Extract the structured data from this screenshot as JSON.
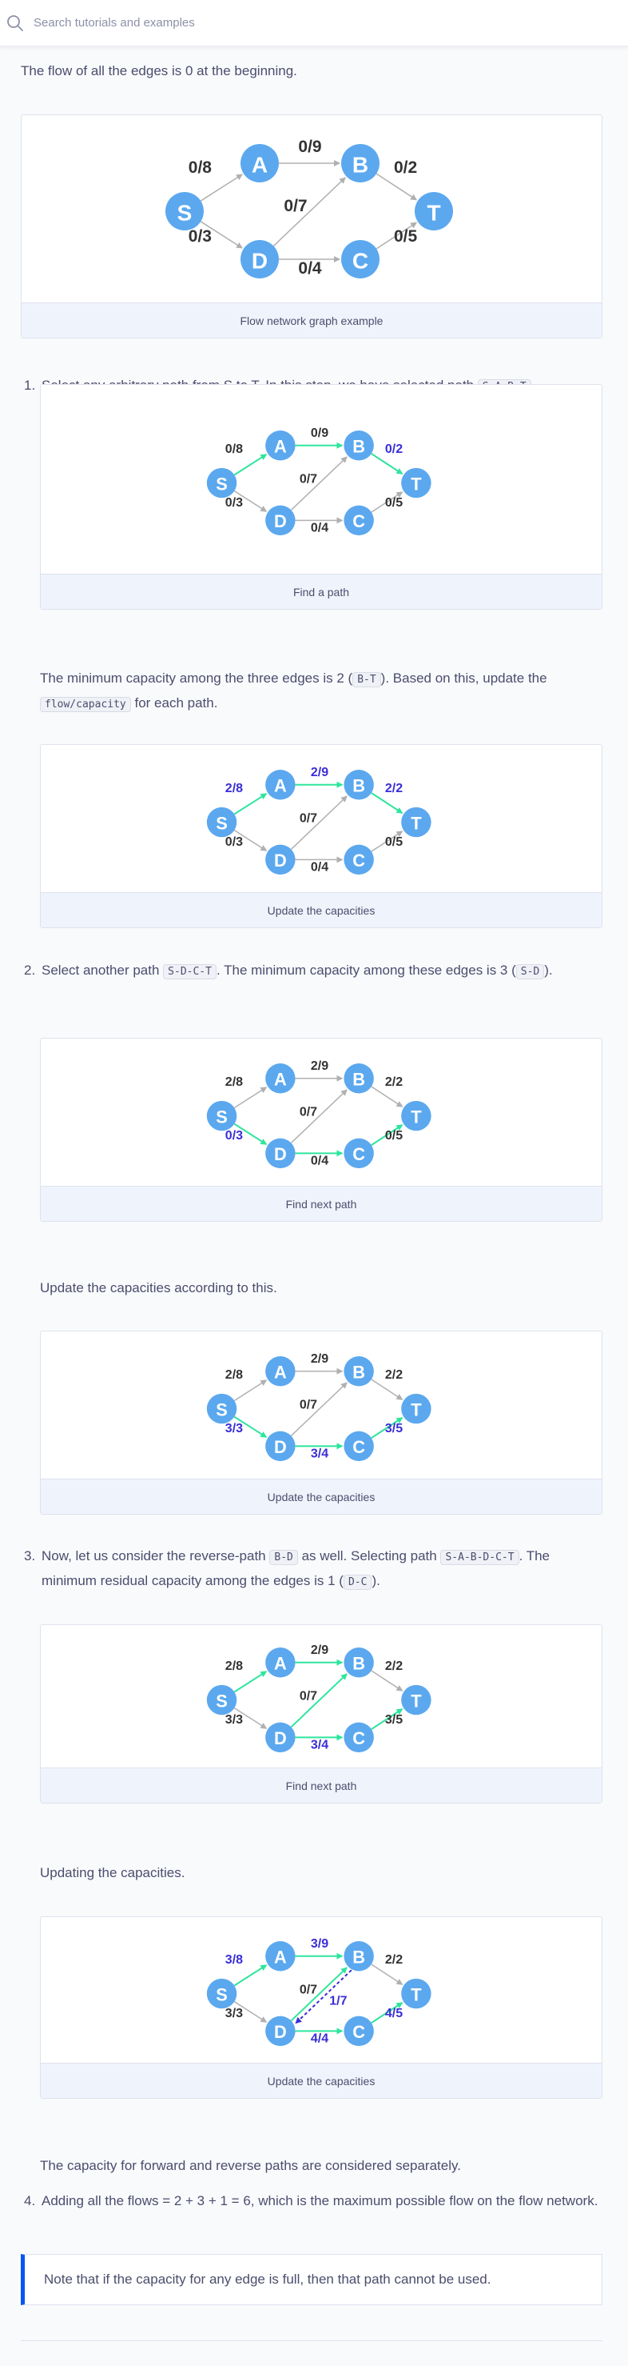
{
  "search": {
    "placeholder": "Search tutorials and examples"
  },
  "intro": "The flow of all the edges is 0 at the beginning.",
  "steps": [
    {
      "num": "1.",
      "text_a": "Select any arbitrary path from S to T. In this step, we have selected path ",
      "code": "S-A-B-T",
      "text_b": "."
    },
    {
      "num": "2.",
      "text_a": "Select another path ",
      "code": "S-D-C-T",
      "text_b": ". The minimum capacity among these edges is 3 (",
      "code2": "S-D",
      "text_c": ")."
    },
    {
      "num": "3.",
      "text_a": "Now, let us consider the reverse-path ",
      "code": "B-D",
      "text_b": " as well. Selecting path ",
      "code2": "S-A-B-D-C-T",
      "text_c": ". The minimum residual capacity among the edges is 1 (",
      "code3": "D-C",
      "text_d": ")."
    },
    {
      "num": "4.",
      "text": "Adding all the flows = 2 + 3 + 1 = 6, which is the maximum possible flow on the flow network."
    }
  ],
  "min_capacity": {
    "text_a": "The minimum capacity among the three edges is 2 (",
    "code": "B-T",
    "text_b": "). Based on this, update the ",
    "code2": "flow/capacity",
    "text_c": " for each path."
  },
  "update_text": "Update the capacities according to this.",
  "updating_text": "Updating the capacities.",
  "separate_text": "The capacity for forward and reverse paths are considered separately.",
  "note": "Note that if the capacity for any edge is full, then that path cannot be used.",
  "colors": {
    "node": "#5ba8ef",
    "highlight": "#2ee59d",
    "label_highlight": "#3a2ed6",
    "edge": "#b0b0b0",
    "label": "#333333"
  },
  "figures": [
    {
      "caption": "Flow network graph example",
      "labels": {
        "SA": "0/8",
        "AB": "0/9",
        "BT": "0/2",
        "SD": "0/3",
        "DB": "0/7",
        "DC": "0/4",
        "CT": "0/5"
      },
      "edge_style": {
        "SA": "n",
        "AB": "n",
        "BT": "n",
        "SD": "n",
        "DB": "n",
        "DC": "n",
        "CT": "n"
      },
      "label_style": {
        "SA": "n",
        "AB": "n",
        "BT": "n",
        "SD": "n",
        "DB": "n",
        "DC": "n",
        "CT": "n"
      }
    },
    {
      "caption": "Find a path",
      "labels": {
        "SA": "0/8",
        "AB": "0/9",
        "BT": "0/2",
        "SD": "0/3",
        "DB": "0/7",
        "DC": "0/4",
        "CT": "0/5"
      },
      "edge_style": {
        "SA": "h",
        "AB": "h",
        "BT": "h",
        "SD": "n",
        "DB": "n",
        "DC": "n",
        "CT": "n"
      },
      "label_style": {
        "SA": "n",
        "AB": "n",
        "BT": "h",
        "SD": "n",
        "DB": "n",
        "DC": "n",
        "CT": "n"
      }
    },
    {
      "caption": "Update the capacities",
      "labels": {
        "SA": "2/8",
        "AB": "2/9",
        "BT": "2/2",
        "SD": "0/3",
        "DB": "0/7",
        "DC": "0/4",
        "CT": "0/5"
      },
      "edge_style": {
        "SA": "h",
        "AB": "h",
        "BT": "h",
        "SD": "n",
        "DB": "n",
        "DC": "n",
        "CT": "n"
      },
      "label_style": {
        "SA": "h",
        "AB": "h",
        "BT": "h",
        "SD": "n",
        "DB": "n",
        "DC": "n",
        "CT": "n"
      }
    },
    {
      "caption": "Find next path",
      "labels": {
        "SA": "2/8",
        "AB": "2/9",
        "BT": "2/2",
        "SD": "0/3",
        "DB": "0/7",
        "DC": "0/4",
        "CT": "0/5"
      },
      "edge_style": {
        "SA": "n",
        "AB": "n",
        "BT": "n",
        "SD": "h",
        "DB": "n",
        "DC": "h",
        "CT": "h"
      },
      "label_style": {
        "SA": "n",
        "AB": "n",
        "BT": "n",
        "SD": "h",
        "DB": "n",
        "DC": "n",
        "CT": "n"
      }
    },
    {
      "caption": "Update the capacities",
      "labels": {
        "SA": "2/8",
        "AB": "2/9",
        "BT": "2/2",
        "SD": "3/3",
        "DB": "0/7",
        "DC": "3/4",
        "CT": "3/5"
      },
      "edge_style": {
        "SA": "n",
        "AB": "n",
        "BT": "n",
        "SD": "h",
        "DB": "n",
        "DC": "h",
        "CT": "h"
      },
      "label_style": {
        "SA": "n",
        "AB": "n",
        "BT": "n",
        "SD": "h",
        "DB": "n",
        "DC": "h",
        "CT": "h"
      }
    },
    {
      "caption": "Find next path",
      "labels": {
        "SA": "2/8",
        "AB": "2/9",
        "BT": "2/2",
        "SD": "3/3",
        "DB": "0/7",
        "DC": "3/4",
        "CT": "3/5"
      },
      "edge_style": {
        "SA": "h",
        "AB": "h",
        "BT": "n",
        "SD": "n",
        "DB": "h",
        "DC": "h",
        "CT": "h"
      },
      "label_style": {
        "SA": "n",
        "AB": "n",
        "BT": "n",
        "SD": "n",
        "DB": "n",
        "DC": "h",
        "CT": "n"
      }
    },
    {
      "caption": "Update the capacities",
      "labels": {
        "SA": "3/8",
        "AB": "3/9",
        "BT": "2/2",
        "SD": "3/3",
        "DB": "0/7",
        "DC": "4/4",
        "CT": "4/5",
        "BD": "1/7"
      },
      "edge_style": {
        "SA": "h",
        "AB": "h",
        "BT": "n",
        "SD": "n",
        "DB": "h",
        "DC": "h",
        "CT": "h",
        "BD": "d"
      },
      "label_style": {
        "SA": "h",
        "AB": "h",
        "BT": "n",
        "SD": "n",
        "DB": "n",
        "DC": "h",
        "CT": "h",
        "BD": "h"
      }
    }
  ]
}
